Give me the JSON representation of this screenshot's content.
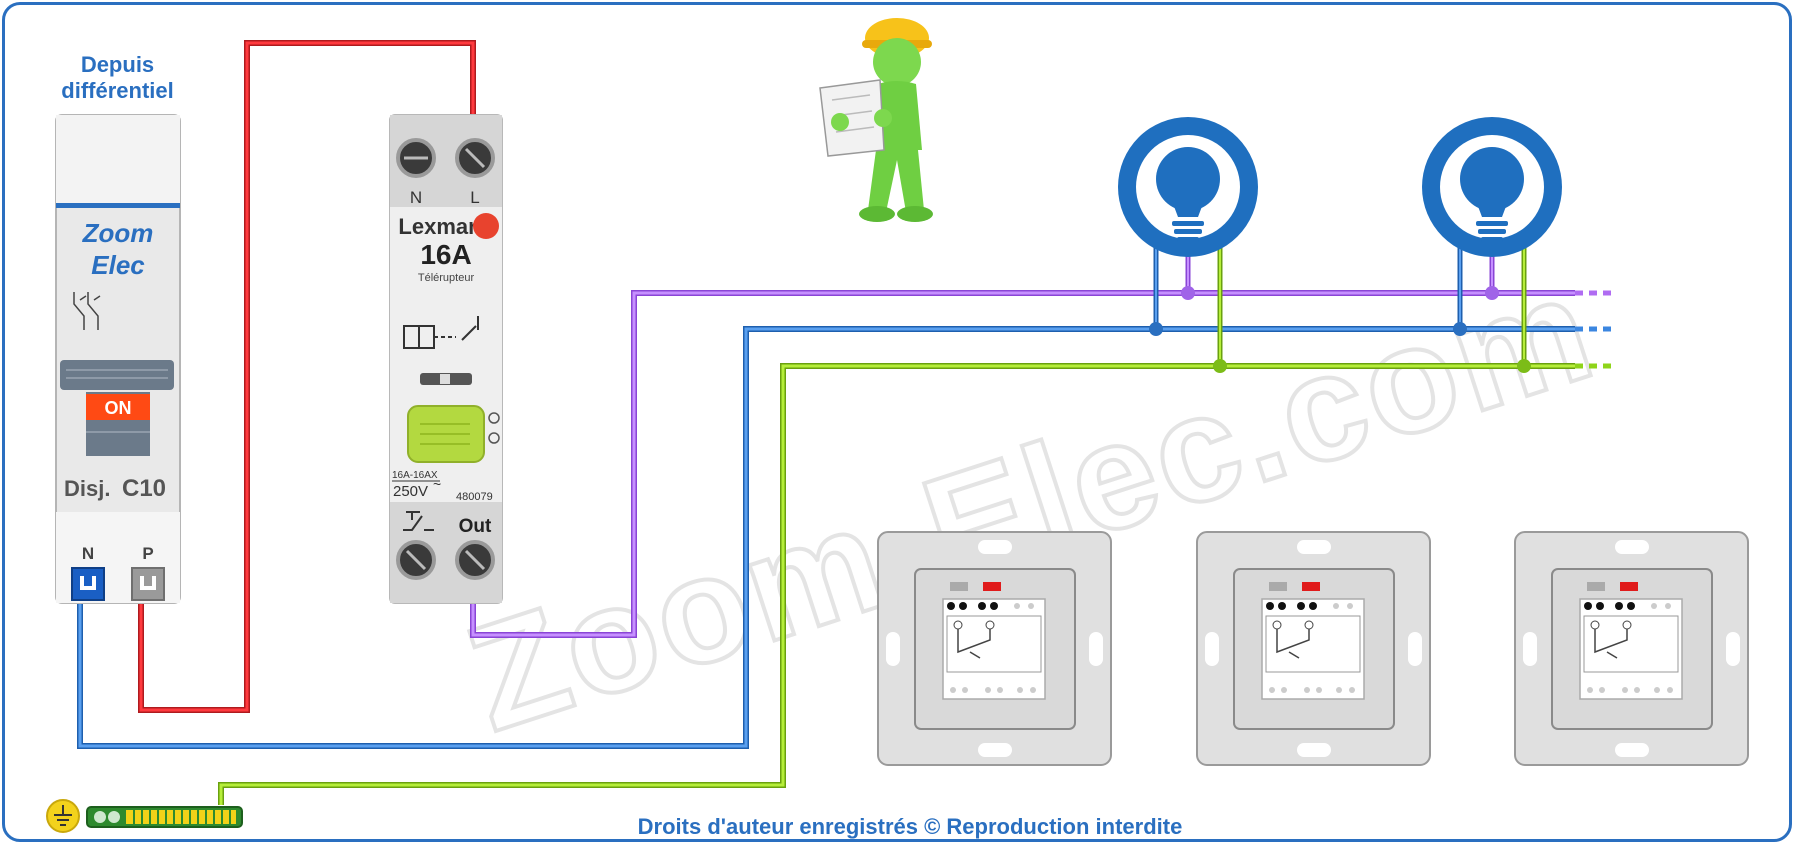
{
  "source": {
    "label": "Depuis différentiel"
  },
  "breaker": {
    "brand_line1": "Zoom",
    "brand_line2": "Elec",
    "state": "ON",
    "type_prefix": "Disj.",
    "rating": "C10",
    "terminal_n": "N",
    "terminal_p": "P"
  },
  "relay": {
    "terminal_n": "N",
    "terminal_l": "L",
    "brand": "Lexman",
    "current": "16A",
    "device_type": "Télérupteur",
    "spec_rating": "16A-16AX",
    "voltage": "250V",
    "voltage_symbol": "~",
    "reference": "480079",
    "terminal_out": "Out"
  },
  "watermark": "Zoom-Elec.com",
  "copyright": "Droits d'auteur enregistrés © Reproduction interdite",
  "colors": {
    "phase": "#e8242a",
    "neutral": "#3b86e0",
    "switched": "#b06cf2",
    "earth": "#8fd41a",
    "frame": "#2a6fc0",
    "lamp": "#1f6fbf"
  },
  "icons": [
    "lamp-icon",
    "earth-icon",
    "worker-figure",
    "push-button-icon"
  ]
}
